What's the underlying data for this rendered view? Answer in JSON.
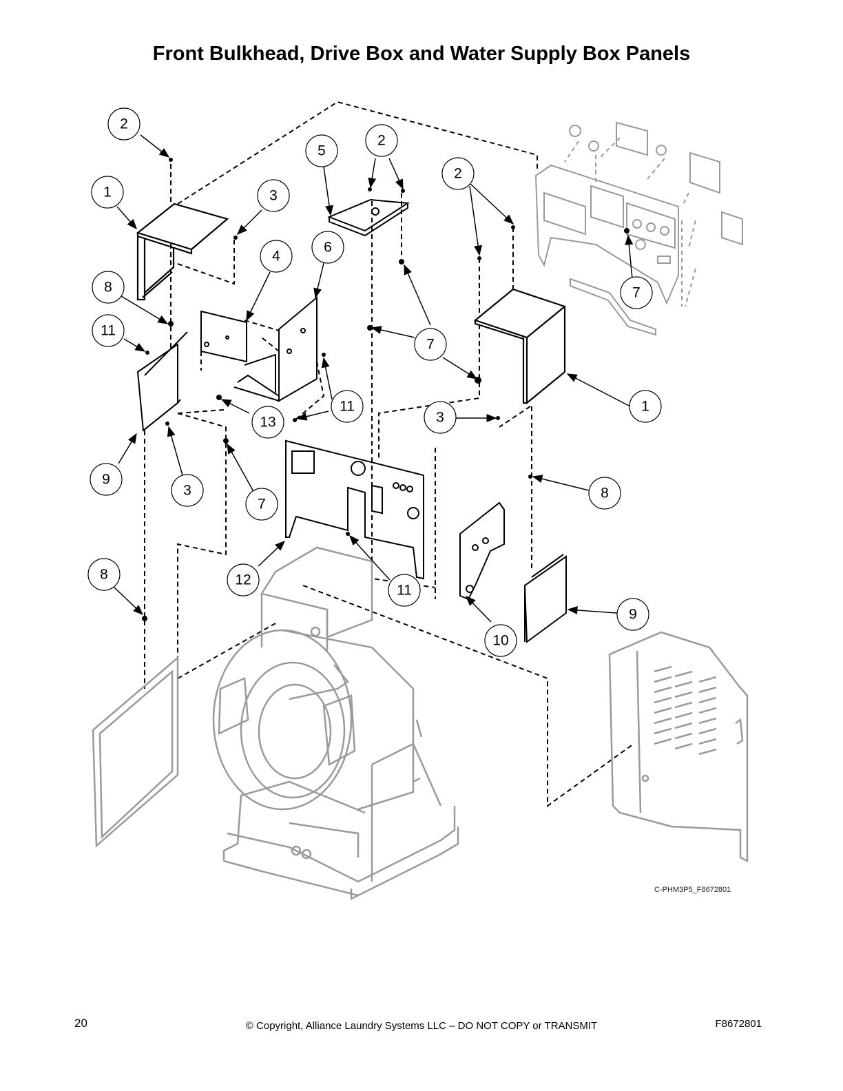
{
  "page": {
    "title": "Front Bulkhead, Drive Box and Water Supply Box Panels",
    "drawing_code": "C-PHM3P5_F8672801",
    "footer": {
      "page_number": "20",
      "copyright": "© Copyright, Alliance Laundry Systems LLC – DO NOT COPY or TRANSMIT",
      "document_number": "F8672801"
    }
  },
  "callouts": [
    "2",
    "1",
    "3",
    "8",
    "11",
    "9",
    "3",
    "7",
    "8",
    "5",
    "2",
    "4",
    "6",
    "13",
    "11",
    "12",
    "11",
    "7",
    "2",
    "3",
    "7",
    "1",
    "8",
    "10",
    "9"
  ]
}
